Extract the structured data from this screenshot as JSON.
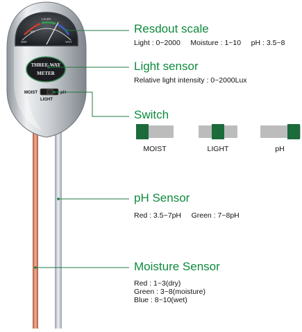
{
  "colors": {
    "accent_green": "#0e8a3e",
    "switch_green": "#1c6b3a",
    "switch_gray": "#b9b9b9",
    "red_probe": "#d9826a",
    "silver_probe": "#c4cad3"
  },
  "device": {
    "brand_line1": "THREE-WAY",
    "brand_line2": "METER",
    "switch_left": "MOIST",
    "switch_right": "pH",
    "switch_bottom": "LIGHT",
    "dial_text": [
      "DRY",
      "WET",
      "pH",
      "LIGHT"
    ]
  },
  "callouts": [
    {
      "title": "Resdout scale",
      "lines": [
        "Light : 0~2000     Moisture : 1~10     pH : 3.5~8"
      ]
    },
    {
      "title": "Light sensor",
      "lines": [
        "Relative light intensity : 0~2000Lux"
      ]
    },
    {
      "title": "Switch",
      "lines": []
    },
    {
      "title": "pH Sensor",
      "lines": [
        "Red : 3.5~7pH     Green : 7~8pH"
      ]
    },
    {
      "title": "Moisture Sensor",
      "lines": [
        "Red : 1~3(dry)",
        "Green : 3~8(moisture)",
        "Blue : 8~10(wet)"
      ]
    }
  ],
  "switch_positions": [
    {
      "label": "MOIST",
      "knob": "left"
    },
    {
      "label": "LIGHT",
      "knob": "center"
    },
    {
      "label": "pH",
      "knob": "right"
    }
  ]
}
